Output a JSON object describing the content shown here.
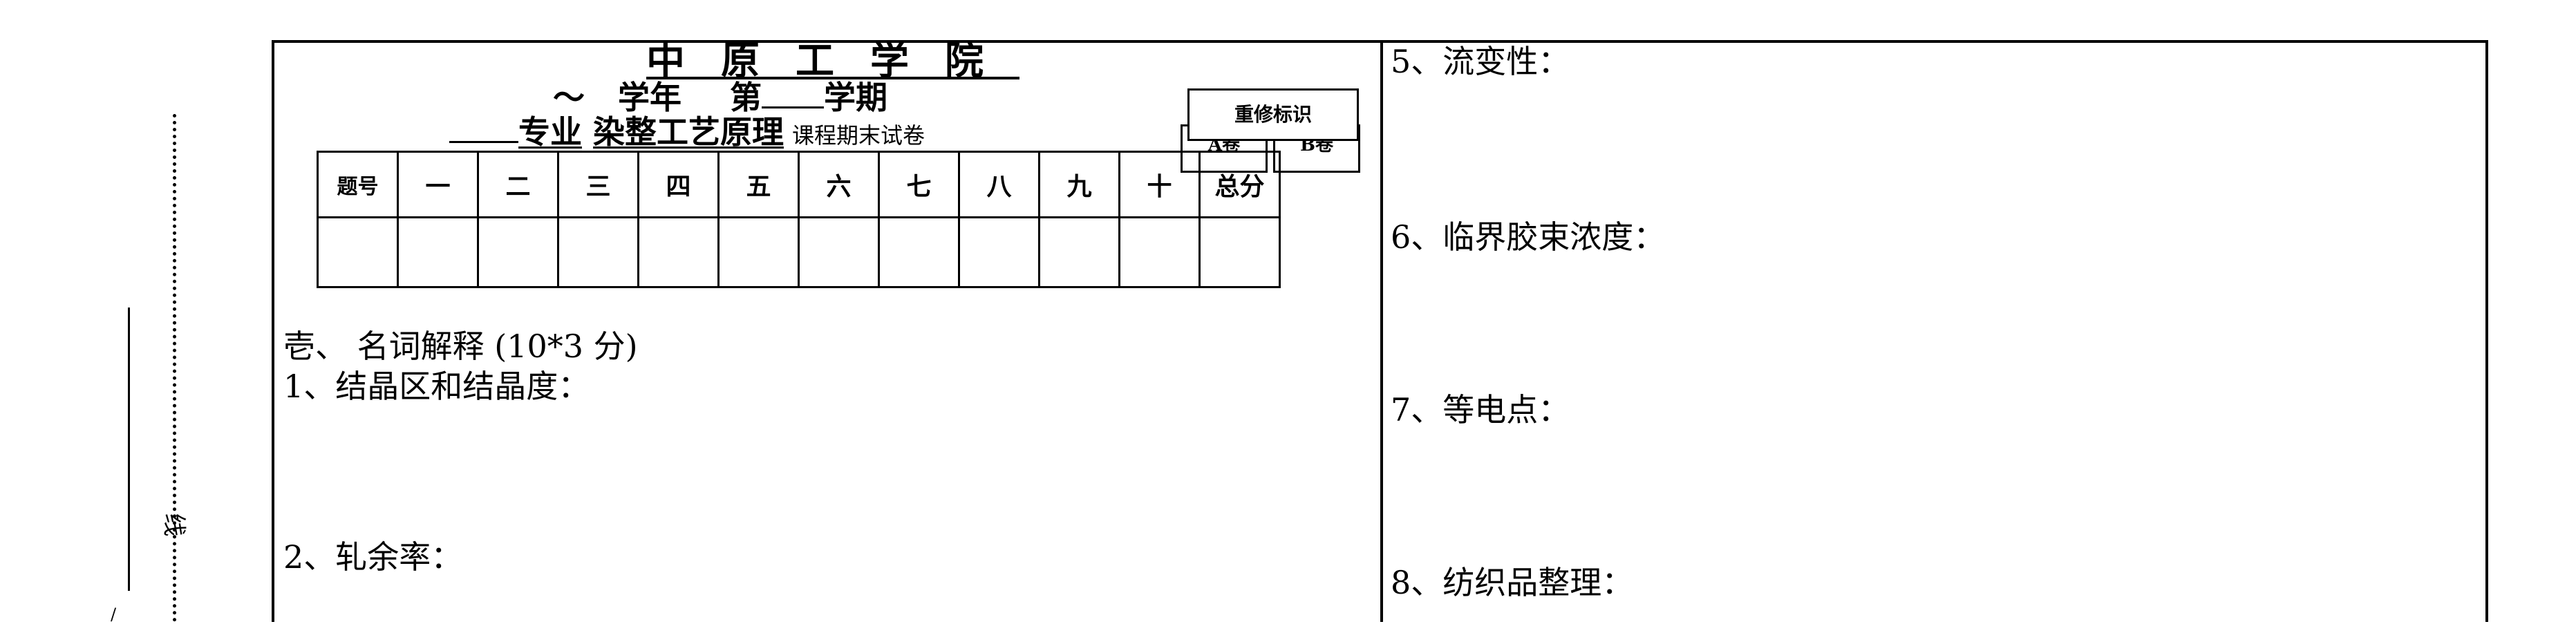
{
  "binding": {
    "line_char": "线"
  },
  "header": {
    "school": "中原工学院",
    "year_tilde": "～",
    "year_word": "学年",
    "term_prefix": "第",
    "term_word": "学期",
    "major_label": "专业",
    "course_name": "染整工艺原理",
    "exam_label": "课程期末试卷"
  },
  "tags": {
    "retake": "重修标识",
    "paper_a": "A卷",
    "paper_b": "B卷"
  },
  "score_table": {
    "headers": [
      "题号",
      "一",
      "二",
      "三",
      "四",
      "五",
      "六",
      "七",
      "八",
      "九",
      "十",
      "总分"
    ]
  },
  "questions": {
    "section_title": "壱、 名词解释 (10*3 分)",
    "left": [
      "1、结晶区和结晶度：",
      "2、轧余率："
    ],
    "right": [
      "5、流变性：",
      "6、临界胶束浓度：",
      "7、等电点：",
      "8、纺织品整理："
    ]
  }
}
